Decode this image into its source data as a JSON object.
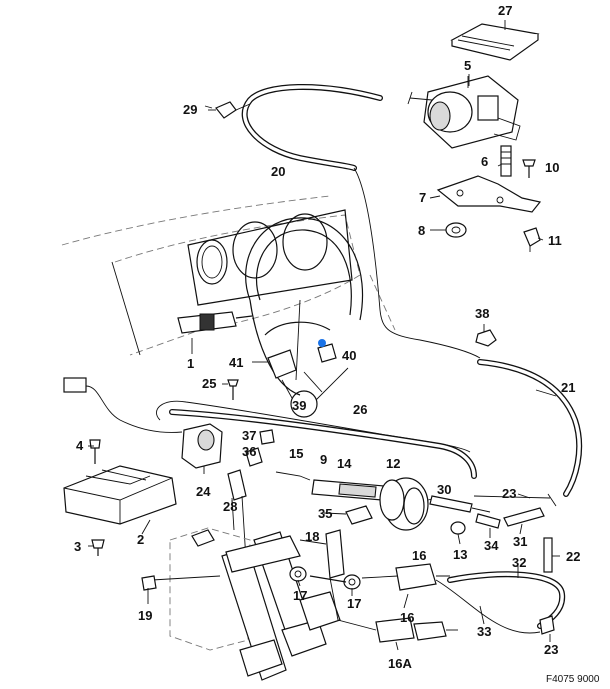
{
  "figure_code": "F4075 9000",
  "marker_color": "#1a73e8",
  "callouts": {
    "c27": "27",
    "c5": "5",
    "c29": "29",
    "c20": "20",
    "c6": "6",
    "c10": "10",
    "c7": "7",
    "c8": "8",
    "c11": "11",
    "c38": "38",
    "c1": "1",
    "c41": "41",
    "c40": "40",
    "c39": "39",
    "c25": "25",
    "c21": "21",
    "c26": "26",
    "c4": "4",
    "c37": "37",
    "c36": "36",
    "c15": "15",
    "c9": "9",
    "c14": "14",
    "c12": "12",
    "c24": "24",
    "c30": "30",
    "c23a": "23",
    "c2": "2",
    "c28": "28",
    "c35": "35",
    "c34": "34",
    "c31": "31",
    "c3": "3",
    "c16a": "16",
    "c13": "13",
    "c22": "22",
    "c18": "18",
    "c32": "32",
    "c19": "19",
    "c17a": "17",
    "c17b": "17",
    "c16b": "16",
    "c33": "33",
    "c23b": "23",
    "c16A": "16A"
  }
}
